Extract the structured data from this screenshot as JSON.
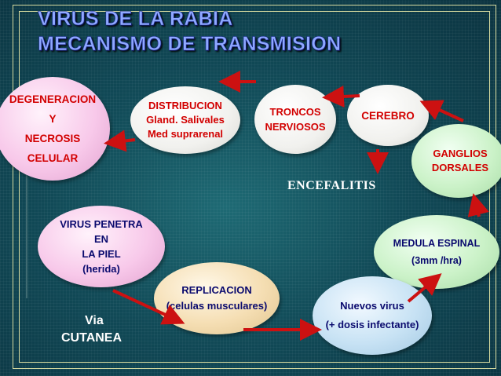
{
  "title": {
    "line1": "VIRUS DE LA RABIA",
    "line2": "MECANISMO DE TRANSMISION"
  },
  "nodes": {
    "degeneracion": [
      "DEGENERACION",
      "Y",
      "NECROSIS",
      "CELULAR"
    ],
    "distribucion": [
      "DISTRIBUCION",
      "Gland. Salivales",
      "Med suprarenal"
    ],
    "troncos": [
      "TRONCOS",
      "NERVIOSOS"
    ],
    "cerebro": [
      "CEREBRO"
    ],
    "ganglios": [
      "GANGLIOS",
      "DORSALES"
    ],
    "medula": [
      "MEDULA ESPINAL",
      "(3mm /hra)"
    ],
    "virus_penetra": [
      "VIRUS PENETRA",
      "EN",
      "LA PIEL",
      "(herida)"
    ],
    "replicacion": [
      "REPLICACION",
      "(celulas musculares)"
    ],
    "nuevos_virus": [
      "Nuevos virus",
      "(+ dosis infectante)"
    ]
  },
  "labels": {
    "encefalitis": "ENCEFALITIS",
    "via": "Via",
    "cutanea": "CUTANEA"
  },
  "colors": {
    "arrow": "#cc1111",
    "title": "#8fa8ff",
    "node_text_red": "#d20000",
    "node_text_navy": "#0a0a6e"
  }
}
